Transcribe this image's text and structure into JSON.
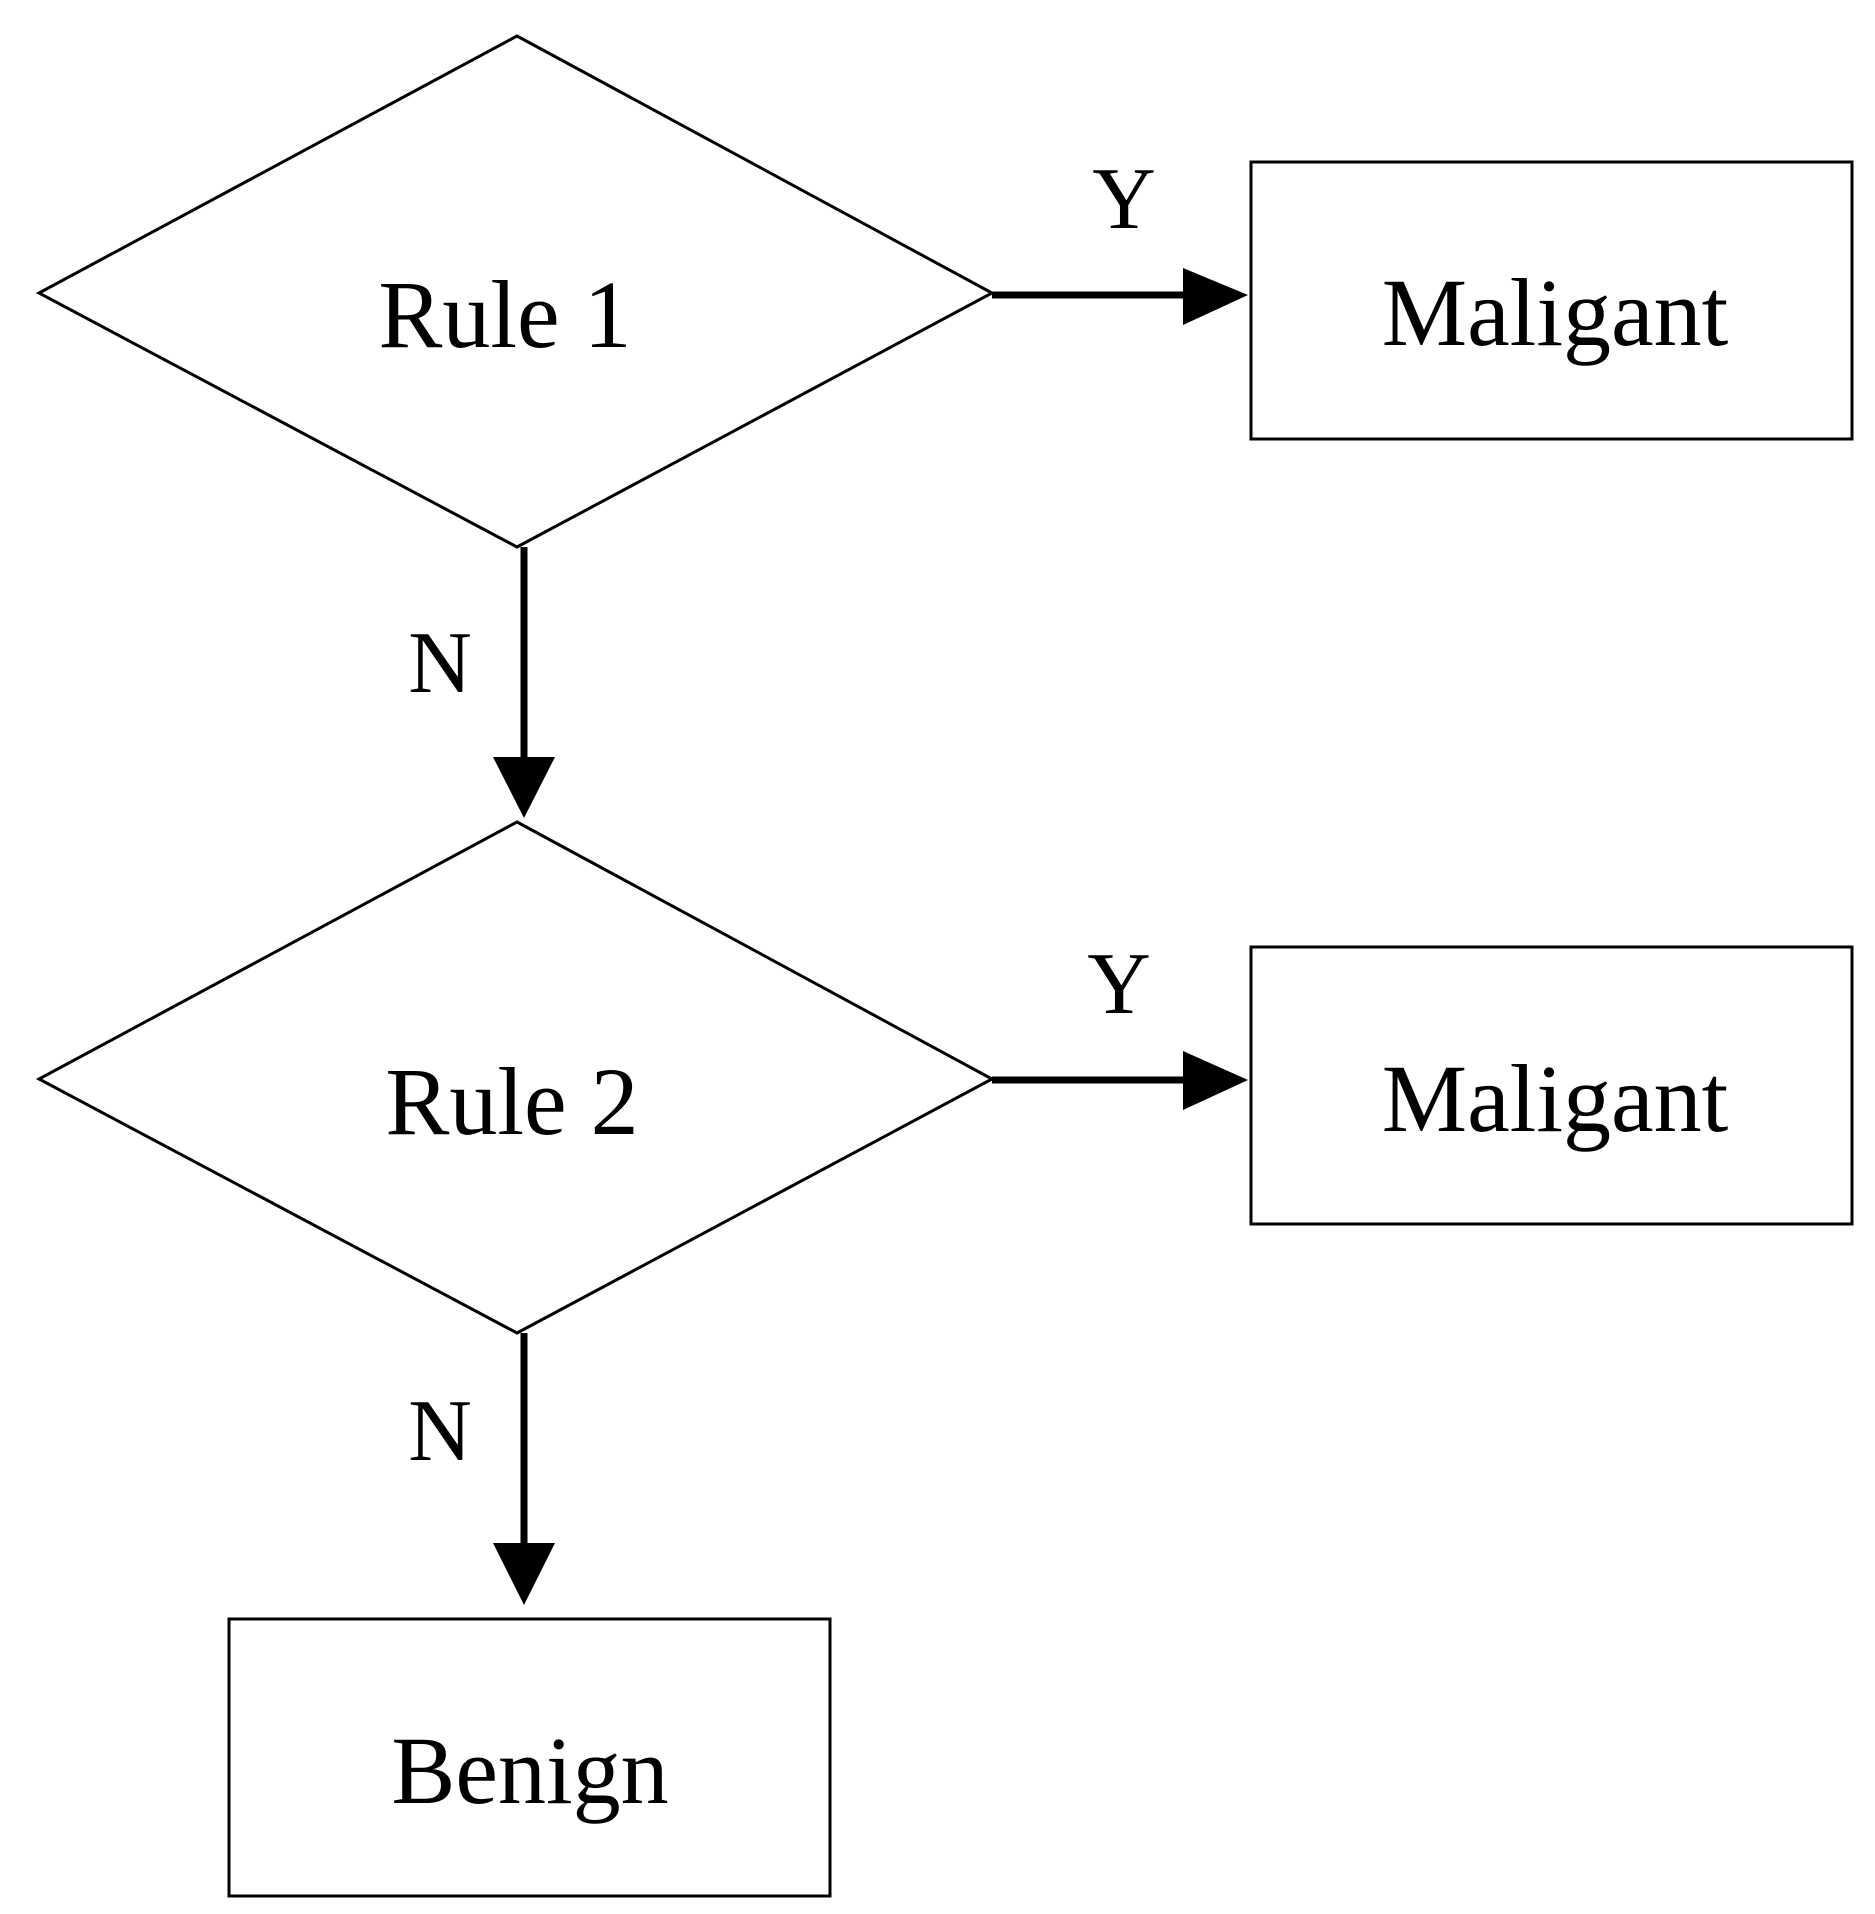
{
  "colors": {
    "stroke": "#000000",
    "background": "#ffffff"
  },
  "nodes": {
    "rule1": {
      "label": "Rule 1",
      "shape": "diamond"
    },
    "rule2": {
      "label": "Rule 2",
      "shape": "diamond"
    },
    "malignant1": {
      "label": "Maligant",
      "shape": "rectangle"
    },
    "malignant2": {
      "label": "Maligant",
      "shape": "rectangle"
    },
    "benign": {
      "label": "Benign",
      "shape": "rectangle"
    }
  },
  "edges": {
    "rule1_yes": {
      "from": "rule1",
      "to": "malignant1",
      "label": "Y"
    },
    "rule1_no": {
      "from": "rule1",
      "to": "rule2",
      "label": "N"
    },
    "rule2_yes": {
      "from": "rule2",
      "to": "malignant2",
      "label": "Y"
    },
    "rule2_no": {
      "from": "rule2",
      "to": "benign",
      "label": "N"
    }
  }
}
